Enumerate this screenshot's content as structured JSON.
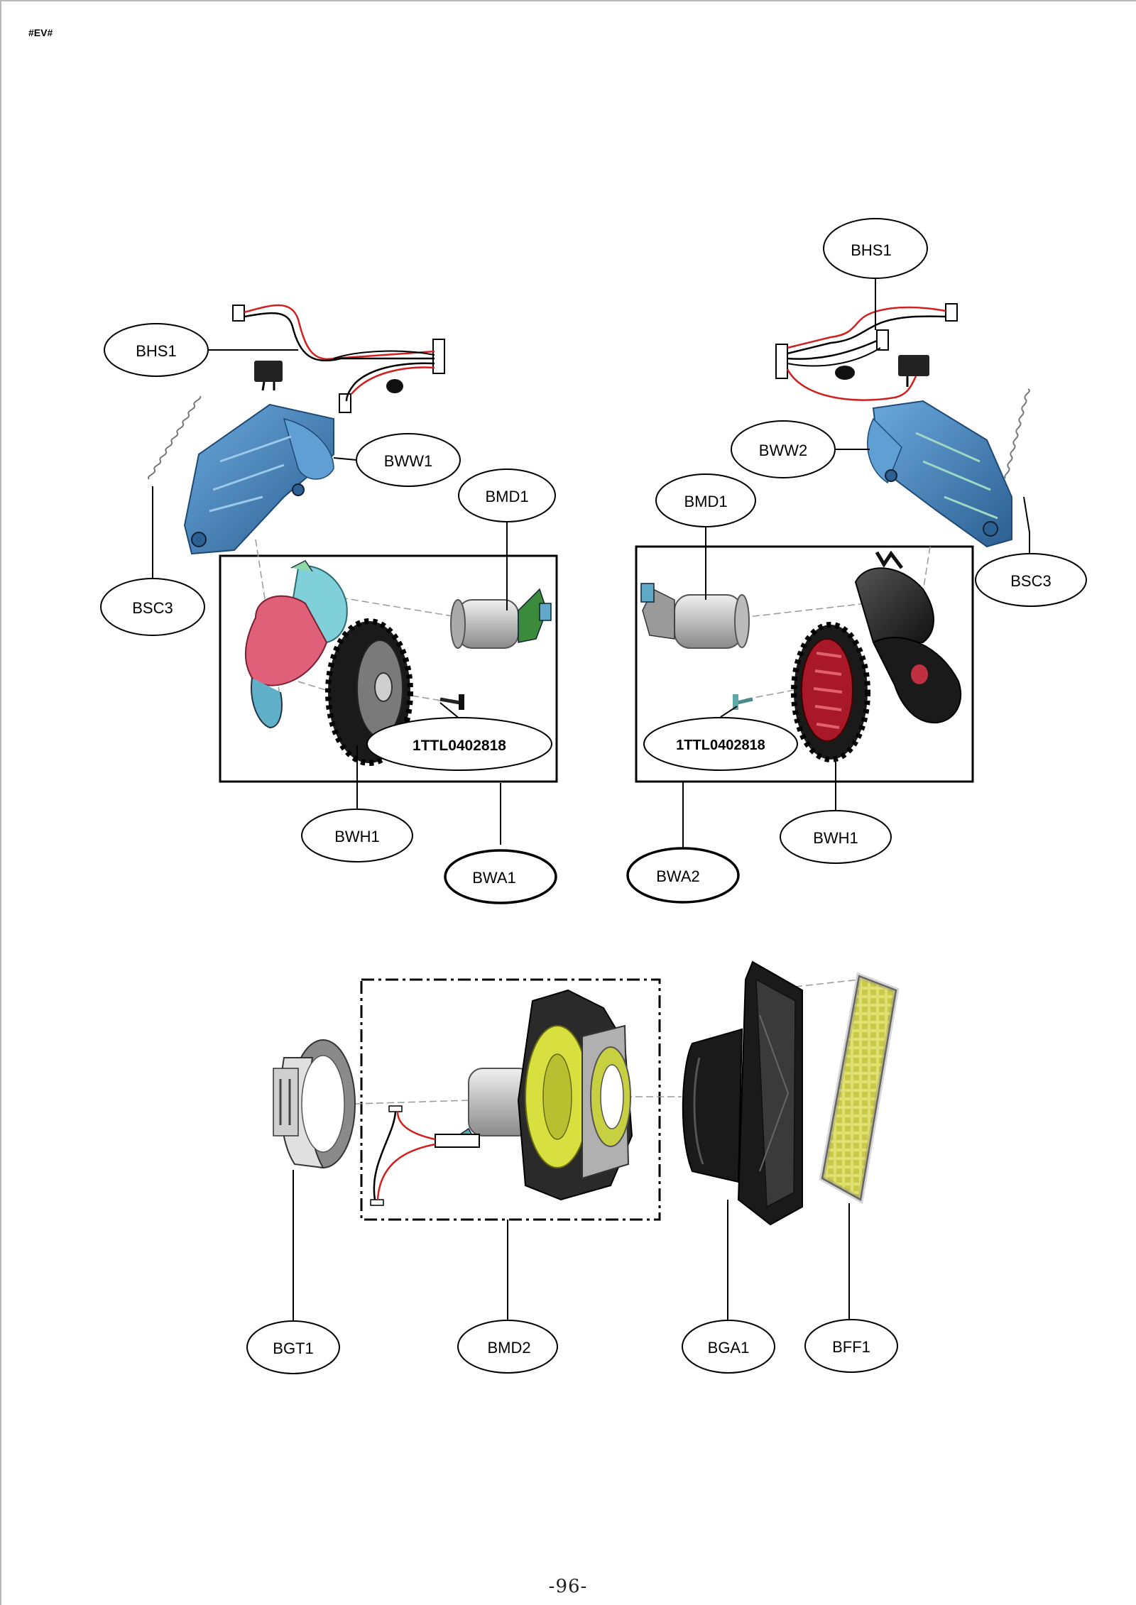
{
  "header": {
    "tag": "#EV#"
  },
  "footer": {
    "page_number": "-96-"
  },
  "callouts": {
    "bhs1_left": "BHS1",
    "bww1": "BWW1",
    "bmd1_left": "BMD1",
    "bsc3_left": "BSC3",
    "screw_left": "1TTL0402818",
    "bwh1_left": "BWH1",
    "bwa1": "BWA1",
    "bhs1_right": "BHS1",
    "bww2": "BWW2",
    "bmd1_right": "BMD1",
    "bsc3_right": "BSC3",
    "screw_right": "1TTL0402818",
    "bwh1_right": "BWH1",
    "bwa2": "BWA2",
    "bgt1": "BGT1",
    "bmd2": "BMD2",
    "bga1": "BGA1",
    "bff1": "BFF1"
  },
  "colors": {
    "housing_blue": "#3f7fb8",
    "gear_pink": "#e0607a",
    "gear_cyan": "#7fd0d8",
    "tire_black": "#1a1a1a",
    "hub_red": "#b01828",
    "motor_silver": "#c8c8c8",
    "fan_yellow": "#d8e040",
    "filter_yellow": "#d8d860",
    "wire_red": "#d02020"
  }
}
